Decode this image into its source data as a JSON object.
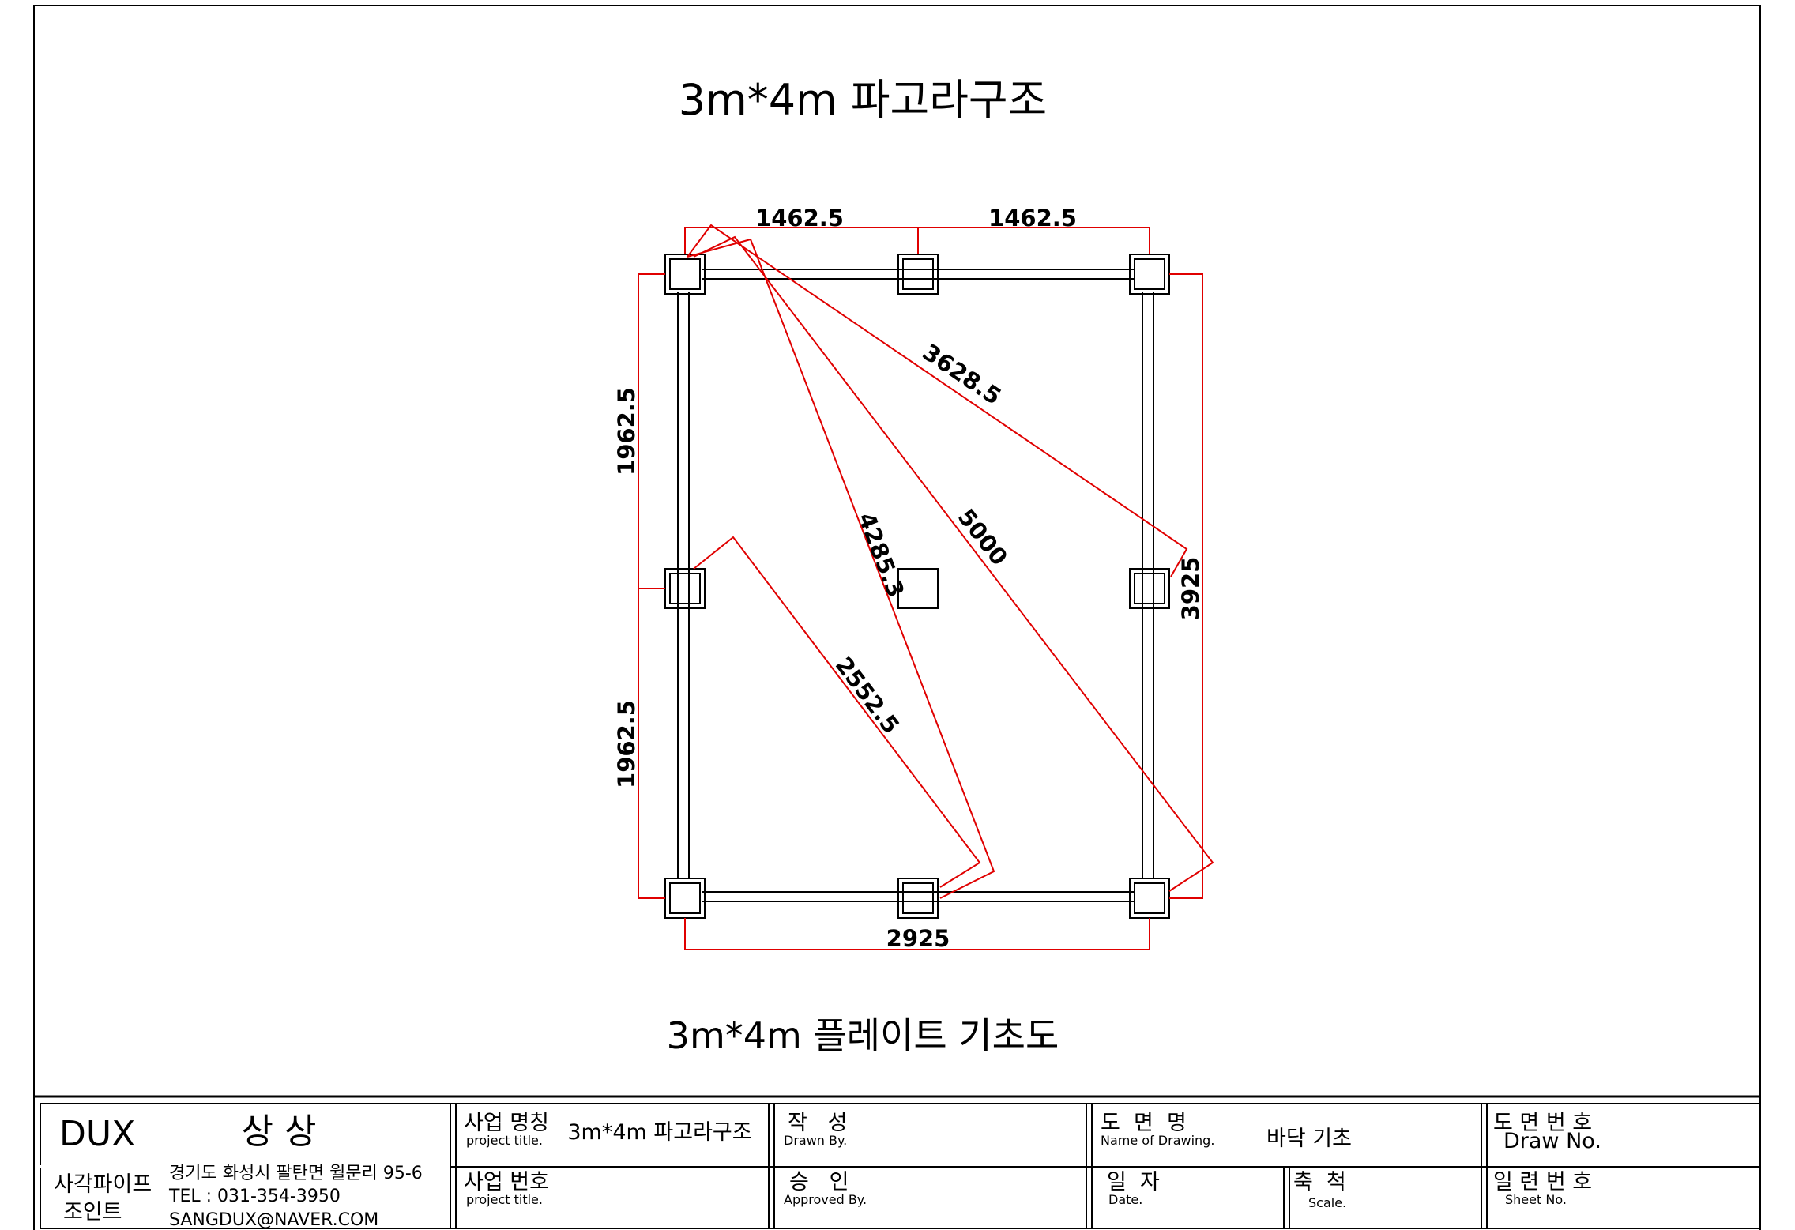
{
  "drawing": {
    "title": "3m*4m 파고라구조",
    "subtitle": "3m*4m  플레이트 기초도"
  },
  "dimensions": {
    "top_left": "1462.5",
    "top_right": "1462.5",
    "left_upper": "1962.5",
    "left_lower": "1962.5",
    "right_total": "3925",
    "bottom": "2925",
    "diag_3628": "3628.5",
    "diag_5000": "5000",
    "diag_4285": "4285.3",
    "diag_2552": "2552.5"
  },
  "colors": {
    "dimension_line": "#e00000",
    "structure_line": "#000000"
  },
  "title_block": {
    "company": "DUX",
    "company_korean": "상 상",
    "company_desc_1": "사각파이프",
    "company_desc_2": "조인트",
    "address": "경기도 화성시 팔탄면 월문리 95-6",
    "tel": "TEL : 031-354-3950",
    "email": "SANGDUX@NAVER.COM",
    "project_name_label": "사업 명칭",
    "project_name_sub": "project title.",
    "project_name_value": "3m*4m 파고라구조",
    "project_no_label": "사업 번호",
    "project_no_sub": "project title.",
    "drawn_label": "작   성",
    "drawn_sub": "Drawn By.",
    "approved_label": "승   인",
    "approved_sub": "Approved By.",
    "drawing_name_label": "도  면  명",
    "drawing_name_sub": "Name of Drawing.",
    "drawing_name_value": "바닥 기초",
    "date_label": "일  자",
    "date_sub": "Date.",
    "scale_label": "축  척",
    "scale_sub": "Scale.",
    "draw_no_label": "도 면 번 호",
    "draw_no_sub": "Draw No.",
    "sheet_no_label": "일 련 번 호",
    "sheet_no_sub": "Sheet No."
  }
}
